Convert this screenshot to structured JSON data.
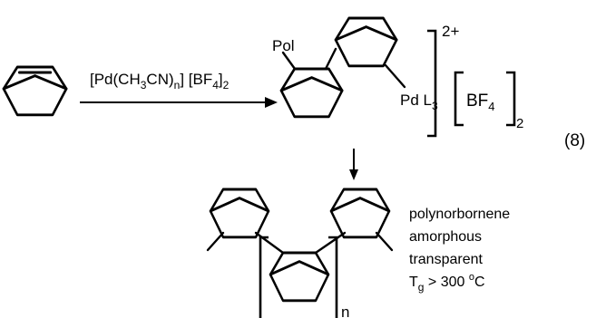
{
  "reagent": {
    "open": "[Pd(CH",
    "sub3": "3",
    "cn": "CN)",
    "subn": "n",
    "close": "] [BF",
    "sub4": "4",
    "close2": "]",
    "sub2": "2"
  },
  "intermediate": {
    "pol_label": "Pol",
    "pd_label": "Pd L",
    "pd_sub": "3",
    "charge": "2+",
    "counterion": "BF",
    "counterion_sub": "4",
    "counterion_count": "2"
  },
  "equation_number": "(8)",
  "product": {
    "repeat_subscript": "n",
    "properties": [
      "polynorbornene",
      "amorphous",
      "transparent"
    ],
    "tg_symbol": "T",
    "tg_sub": "g",
    "tg_value": " > 300 ",
    "tg_deg": "o",
    "tg_unit": "C"
  }
}
